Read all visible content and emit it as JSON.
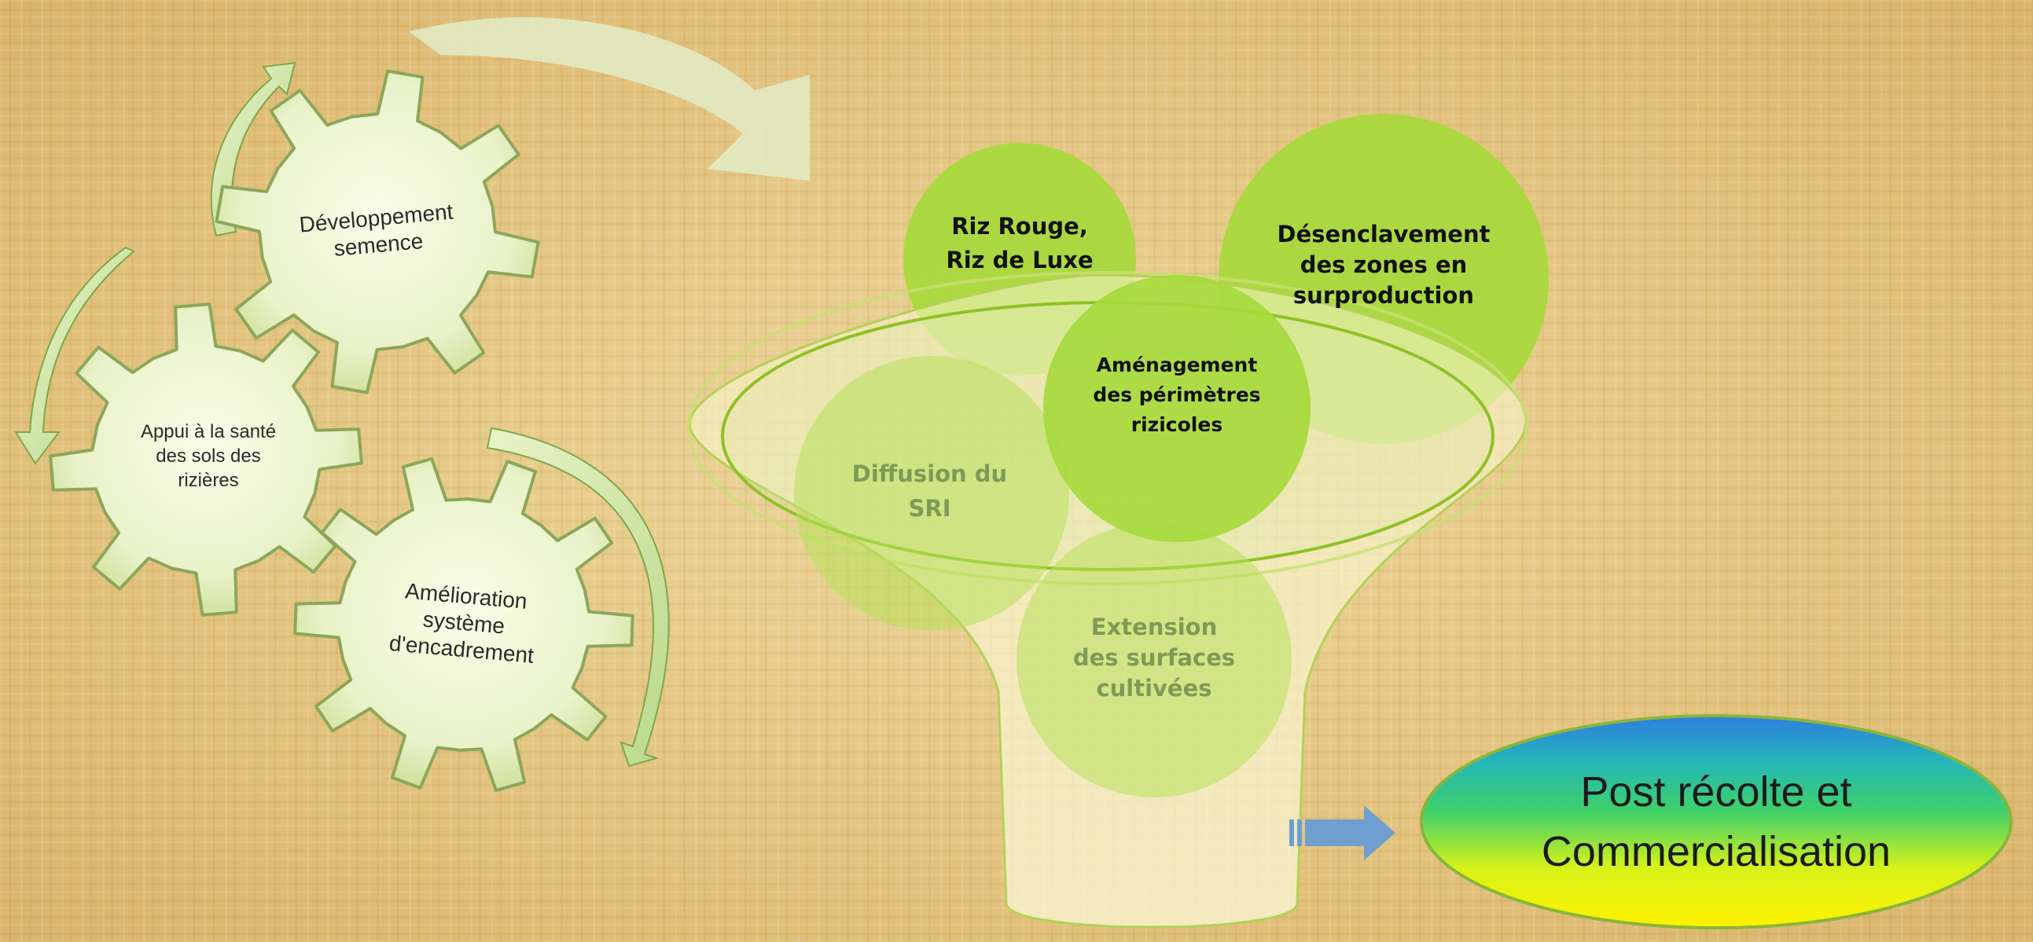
{
  "gears": [
    {
      "label": "Développement\nsemence"
    },
    {
      "label": "Appui à la santé\ndes sols des\nrizières"
    },
    {
      "label": "Amélioration\nsystème\nd'encadrement"
    }
  ],
  "circles": [
    {
      "label": "Riz Rouge,\nRiz de Luxe"
    },
    {
      "label": "Désenclavement\ndes zones en\nsurproduction"
    },
    {
      "label": "Aménagement\ndes périmètres\nrizicoles"
    },
    {
      "label": "Diffusion du\nSRI"
    },
    {
      "label": "Extension\ndes surfaces\ncultivées"
    }
  ],
  "final": {
    "label": "Post récolte et\nCommercialisation"
  },
  "colors": {
    "circle_green": "#a6d93b",
    "funnel_rim": "#9ccc33",
    "arrow_blue": "#6e9fd0"
  }
}
